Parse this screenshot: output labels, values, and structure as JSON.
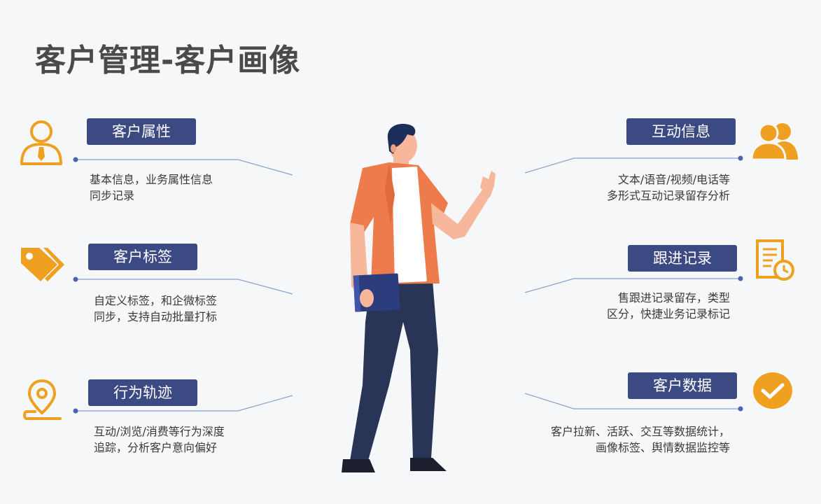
{
  "title": "客户管理-客户画像",
  "left_items": [
    {
      "label": "客户属性",
      "desc_lines": [
        "基本信息，业务属性信息",
        "同步记录"
      ],
      "icon": "user-icon"
    },
    {
      "label": "客户标签",
      "desc_lines": [
        "自定义标签，和企微标签",
        "同步，支持自动批量打标"
      ],
      "icon": "tag-icon"
    },
    {
      "label": "行为轨迹",
      "desc_lines": [
        "互动/浏览/消费等行为深度",
        "追踪，分析客户意向偏好"
      ],
      "icon": "location-pin-icon"
    }
  ],
  "right_items": [
    {
      "label": "互动信息",
      "desc_lines": [
        "文本/语音/视频/电话等",
        "多形式互动记录留存分析"
      ],
      "icon": "users-icon"
    },
    {
      "label": "跟进记录",
      "desc_lines": [
        "售跟进记录留存，类型",
        "区分，快捷业务记录标记"
      ],
      "icon": "record-clock-icon"
    },
    {
      "label": "客户数据",
      "desc_lines": [
        "客户拉新、活跃、交互等数据统计，",
        "画像标签、舆情数据监控等"
      ],
      "icon": "check-circle-icon"
    }
  ],
  "colors": {
    "accent": "#f0a020",
    "label_bg": "#3c4a84",
    "line": "#8aa0d4"
  }
}
